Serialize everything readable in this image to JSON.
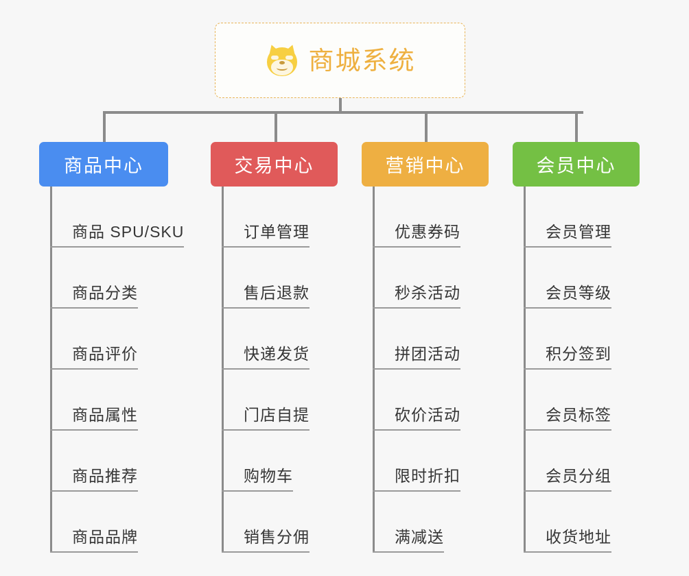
{
  "root": {
    "title": "商城系统",
    "icon": "shiba-inu-dog-icon",
    "border_color": "#e8b457",
    "text_color": "#eeb040"
  },
  "connector_color": "#8b8b8b",
  "background_color": "#f7f7f7",
  "columns": [
    {
      "title": "商品中心",
      "color": "#4a8df0",
      "items": [
        "商品 SPU/SKU",
        "商品分类",
        "商品评价",
        "商品属性",
        "商品推荐",
        "商品品牌"
      ]
    },
    {
      "title": "交易中心",
      "color": "#e05a5a",
      "items": [
        "订单管理",
        "售后退款",
        "快递发货",
        "门店自提",
        "购物车",
        "销售分佣"
      ]
    },
    {
      "title": "营销中心",
      "color": "#eeaf42",
      "items": [
        "优惠券码",
        "秒杀活动",
        "拼团活动",
        "砍价活动",
        "限时折扣",
        "满减送"
      ]
    },
    {
      "title": "会员中心",
      "color": "#74c044",
      "items": [
        "会员管理",
        "会员等级",
        "积分签到",
        "会员标签",
        "会员分组",
        "收货地址"
      ]
    }
  ]
}
